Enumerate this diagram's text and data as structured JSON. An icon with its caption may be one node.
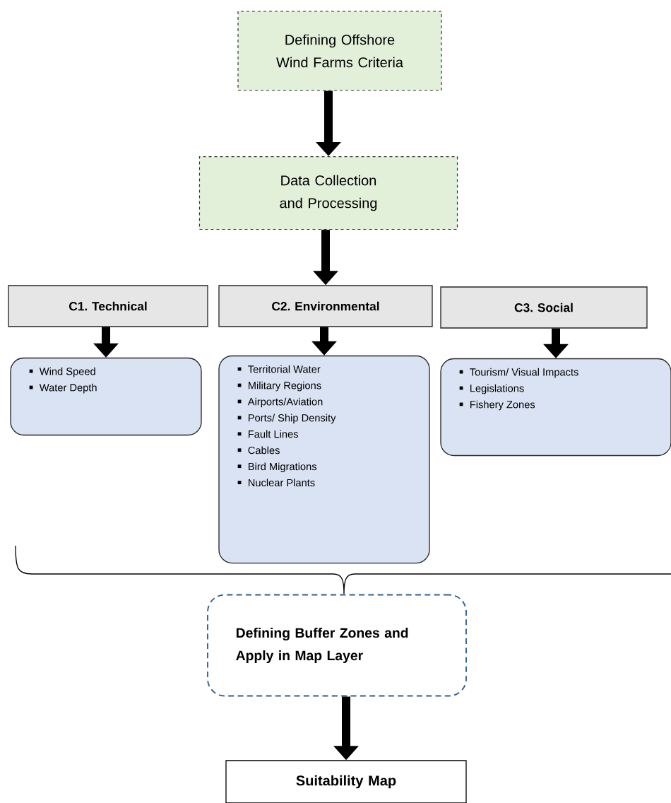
{
  "diagram": {
    "nodes": [
      {
        "text": [
          "Defining Offshore Wind Farms Criteria"
        ]
      },
      {
        "text": [
          "Data Collection and Processing"
        ]
      },
      {
        "text": [
          "C1. Technical"
        ]
      },
      {
        "text": [
          "C2. Environmental"
        ]
      },
      {
        "text": [
          "C3. Social"
        ]
      },
      {
        "text": [
          "Wind Speed",
          "Water Depth"
        ]
      },
      {
        "text": [
          "Territorial Water",
          "Military Regions",
          "Airports/Aviation",
          "Ports/ Ship Density",
          "Fault Lines",
          "Cables",
          "Bird Migrations",
          "Nuclear Plants"
        ]
      },
      {
        "text": [
          "Tourism/ Visual Impacts",
          "Legislations",
          "Fishery Zones"
        ]
      },
      {
        "text": [
          "Defining Buffer Zones and Apply in Map Layer"
        ]
      },
      {
        "text": [
          "Suitability Map"
        ]
      }
    ],
    "edges": [
      {
        "from": 0,
        "to": 1,
        "arrow": "to"
      },
      {
        "from": 1,
        "to": 3,
        "arrow": "to"
      },
      {
        "from": 2,
        "to": 5,
        "arrow": "to"
      },
      {
        "from": 3,
        "to": 6,
        "arrow": "to"
      },
      {
        "from": 4,
        "to": 7,
        "arrow": "to"
      },
      {
        "from": 8,
        "to": 9,
        "arrow": "to"
      }
    ]
  }
}
